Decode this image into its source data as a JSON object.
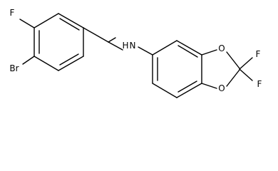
{
  "molecule": {
    "atoms": {
      "fluorine_top": "F",
      "bromine": "Br",
      "amine": "H",
      "amine_n": "N",
      "oxygen_top": "O",
      "oxygen_bottom": "O",
      "fluorine_right_top": "F",
      "fluorine_right_bottom": "F"
    }
  }
}
